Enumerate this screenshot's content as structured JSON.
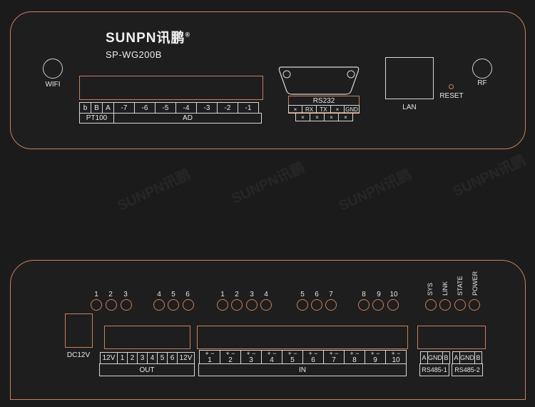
{
  "top_panel": {
    "brand": "SUNPN讯鹏",
    "registered": "®",
    "model": "SP-WG200B",
    "wifi_label": "WIFI",
    "rf_label": "RF",
    "reset_label": "RESET",
    "lan_label": "LAN",
    "rs232_title": "RS232",
    "rs232_pins_top": [
      "×",
      "RX",
      "TX",
      "×",
      "GND"
    ],
    "rs232_pins_bottom": [
      "×",
      "×",
      "×",
      "×"
    ],
    "terminal_labels": [
      "b",
      "B",
      "A",
      "-7",
      "-6",
      "-5",
      "-4",
      "-3",
      "-2",
      "-1"
    ],
    "pt100_label": "PT100",
    "ad_label": "AD"
  },
  "bottom_panel": {
    "dc_label": "DC12V",
    "led_groups": [
      {
        "labels": [
          "1",
          "2",
          "3"
        ]
      },
      {
        "labels": [
          "4",
          "5",
          "6"
        ]
      },
      {
        "labels": [
          "1",
          "2",
          "3",
          "4"
        ]
      },
      {
        "labels": [
          "5",
          "6",
          "7"
        ]
      },
      {
        "labels": [
          "8",
          "9",
          "10"
        ]
      }
    ],
    "status_leds": [
      "SYS",
      "LINK",
      "STATE",
      "POWER"
    ],
    "out_cells": [
      "12V",
      "1",
      "2",
      "3",
      "4",
      "5",
      "6",
      "12V"
    ],
    "out_label": "OUT",
    "in_cells": [
      "1",
      "2",
      "3",
      "4",
      "5",
      "6",
      "7",
      "8",
      "9",
      "10"
    ],
    "in_polarity": "+ −",
    "in_label": "IN",
    "rs485_1_cells": [
      "A",
      "GND",
      "B"
    ],
    "rs485_1_label": "RS485-1",
    "rs485_2_cells": [
      "A",
      "GND",
      "B"
    ],
    "rs485_2_label": "RS485-2"
  },
  "colors": {
    "panel_border": "#c9805c",
    "background": "#1b1b1b",
    "line_white": "#d8d8d8"
  }
}
